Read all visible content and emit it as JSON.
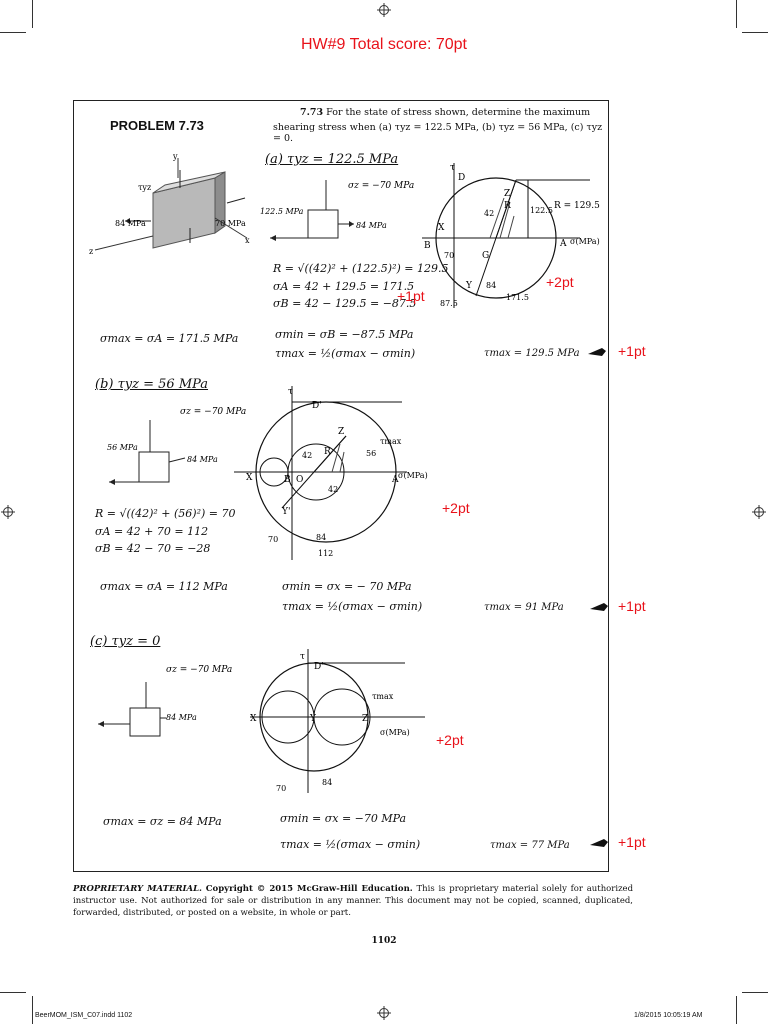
{
  "header": {
    "score": "HW#9 Total score: 70pt"
  },
  "problem": {
    "label": "PROBLEM 7.73",
    "number": "7.73",
    "statement_l1": "For the state of stress shown, determine the maximum",
    "statement_l2": "shearing stress when (a) τyz = 122.5 MPa, (b) τyz = 56 MPa, (c) τyz = 0."
  },
  "figure": {
    "y": "y",
    "z": "z",
    "x": "x",
    "tau": "τyz",
    "left": "84 MPa",
    "right": "70 MPa"
  },
  "part_a": {
    "title": "(a) τyz = 122.5 MPa",
    "sz": "σz = −70 MPa",
    "tau": "122.5 MPa",
    "right": "84 MPa",
    "R": "R = √((42)² + (122.5)²) = 129.5",
    "sA": "σA = 42 + 129.5 = 171.5",
    "sB": "σB = 42 − 129.5 = −87.5",
    "smax": "σmax = σA = 171.5 MPa",
    "smin": "σmin = σB = −87.5 MPa",
    "tform": "τmax = ½(σmax − σmin)",
    "tres": "τmax = 129.5 MPa",
    "mohr": {
      "tau": "τ",
      "D": "D",
      "Z": "Z",
      "R": "R",
      "X": "X",
      "B": "B",
      "A": "A",
      "G": "G",
      "Y": "Y",
      "d42": "42",
      "d1225": "122.5",
      "Rv": "R = 129.5",
      "sig": "σ(MPa)",
      "d70": "70",
      "d84": "84",
      "d875": "87.5",
      "d1715": "171.5"
    }
  },
  "part_b": {
    "title": "(b) τyz = 56 MPa",
    "sz": "σz = −70 MPa",
    "tau": "56 MPa",
    "right": "84 MPa",
    "R": "R = √((42)² + (56)²) = 70",
    "sA": "σA = 42 + 70 = 112",
    "sB": "σB = 42 − 70 = −28",
    "smax": "σmax = σA = 112 MPa",
    "smin": "σmin = σx = − 70 MPa",
    "tform": "τmax = ½(σmax − σmin)",
    "tres": "τmax = 91 MPa",
    "mohr": {
      "tau": "τ",
      "D": "D'",
      "Z": "Z",
      "R": "R",
      "X": "X",
      "B": "B",
      "O": "O",
      "A": "A",
      "Y": "Y'",
      "d42a": "42",
      "d42b": "42",
      "d56": "56",
      "tmax": "τmax",
      "sig": "σ(MPa)",
      "d70": "70",
      "d84": "84",
      "d112": "112"
    }
  },
  "part_c": {
    "title": "(c) τyz = 0",
    "sz": "σz = −70 MPa",
    "right": "84 MPa",
    "smax": "σmax = σz = 84 MPa",
    "smin": "σmin = σx = −70 MPa",
    "tform": "τmax = ½(σmax − σmin)",
    "tres": "τmax = 77 MPa",
    "mohr": {
      "tau": "τ",
      "D": "D'",
      "X": "X",
      "Y": "Y",
      "Z": "Z",
      "tmax": "τmax",
      "sig": "σ(MPa)",
      "d70": "70",
      "d84": "84"
    }
  },
  "grading": {
    "a_mohr": "+2pt",
    "a_sigma": "+1pt",
    "a_tau": "+1pt",
    "b_mohr": "+2pt",
    "b_tau": "+1pt",
    "c_mohr": "+2pt",
    "c_tau": "+1pt"
  },
  "footer": {
    "material": "PROPRIETARY MATERIAL.",
    "copyright": "Copyright © 2015 McGraw-Hill Education.",
    "text1": "This is proprietary material solely for authorized instructor use.",
    "text2": "Not authorized for sale or distribution in any manner. This document may not be copied, scanned, duplicated, forwarded, distributed, or posted",
    "text3": "on a website, in whole or part.",
    "page": "1102",
    "file": "BeerMOM_ISM_C07.indd 1102",
    "date": "1/8/2015 10:05:19 AM"
  },
  "colors": {
    "annotation": "#e8121a",
    "ink": "#111111"
  }
}
